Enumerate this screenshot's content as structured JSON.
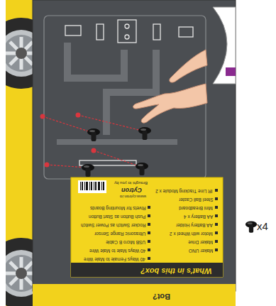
{
  "diagram": {
    "labels": [
      "x4",
      "What's in this box?",
      "IR Line Tracking Module x 2",
      "Steel Ball Caster",
      "Mini Breadboard",
      "AA Battery x 4",
      "AA Battery Holder",
      "Motor with Wheel x 2",
      "Maker Drive",
      "Maker UNO",
      "Rivets for Mounting Boards",
      "Push Button as Start Button",
      "Rocker Switch as Power Switch",
      "Ultrasonic Range Sensor",
      "USB Micro B Cable",
      "40 Ways Male to Male Wire",
      "40 Ways Female to Male Wire",
      "Brought to you by",
      "Cytron",
      "www.cytron.io",
      "Bot?"
    ]
  }
}
